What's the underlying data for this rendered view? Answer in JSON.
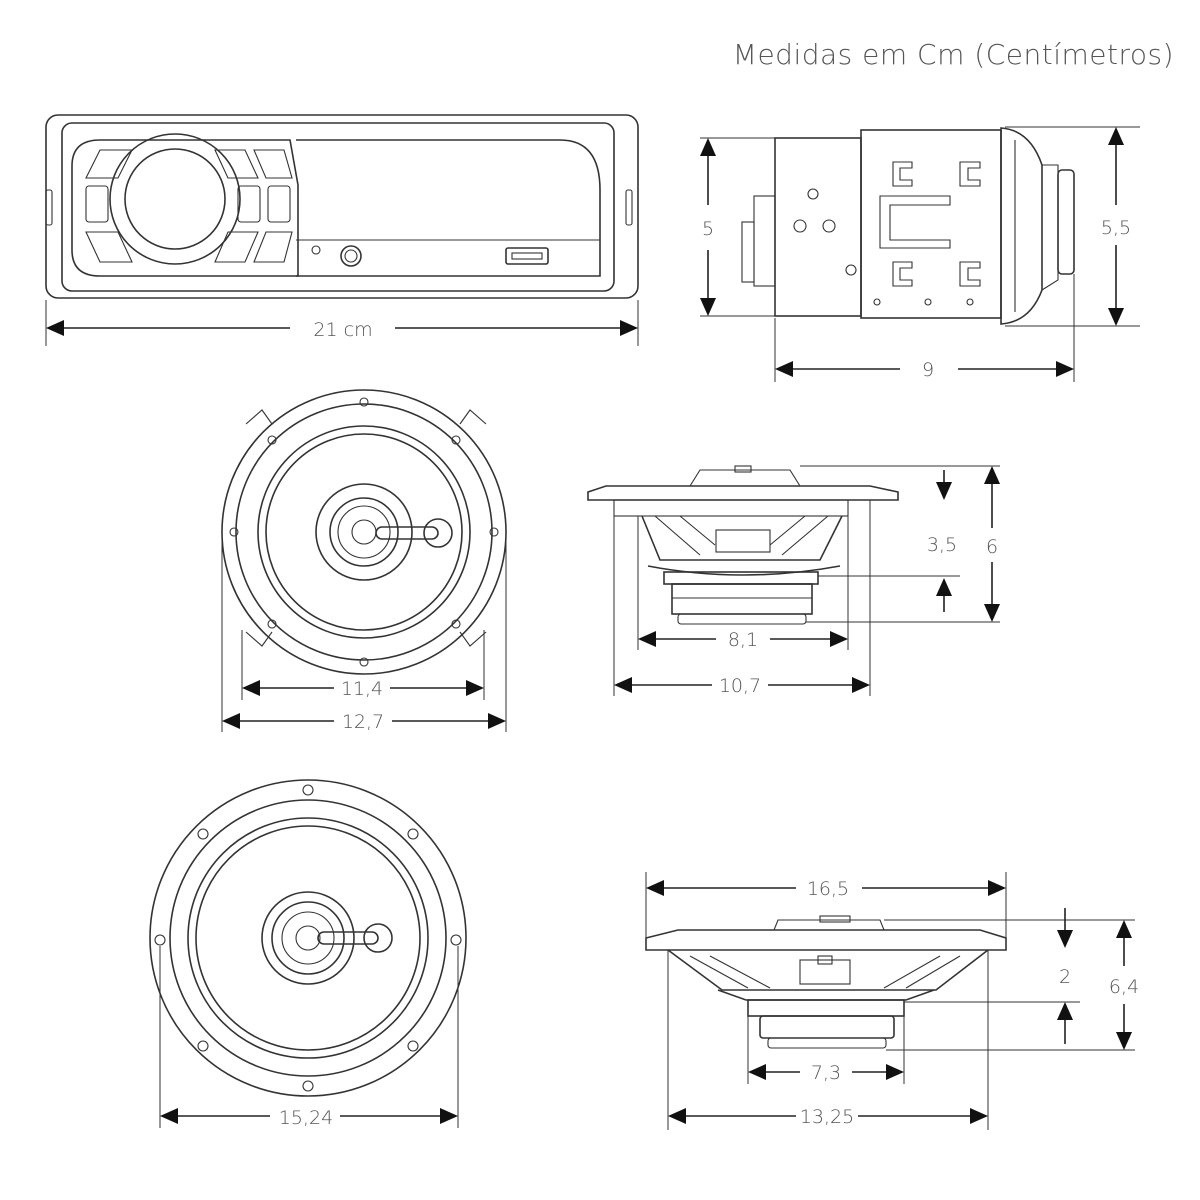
{
  "header": {
    "title": "Medidas em Cm (Centímetros)"
  },
  "radio": {
    "width_label": "21 cm",
    "height_label": "5",
    "depth_label": "9",
    "side_height_label": "5,5"
  },
  "speaker_small": {
    "inner_width_label": "11,4",
    "outer_width_label": "12,7",
    "side_width_label": "10,7",
    "magnet_width_label": "8,1",
    "depth_label": "3,5",
    "total_height_label": "6"
  },
  "speaker_large": {
    "diameter_label": "15,24",
    "side_width_label": "16,5",
    "basket_width_label": "13,25",
    "magnet_width_label": "7,3",
    "depth_label": "2",
    "total_height_label": "6,4"
  }
}
